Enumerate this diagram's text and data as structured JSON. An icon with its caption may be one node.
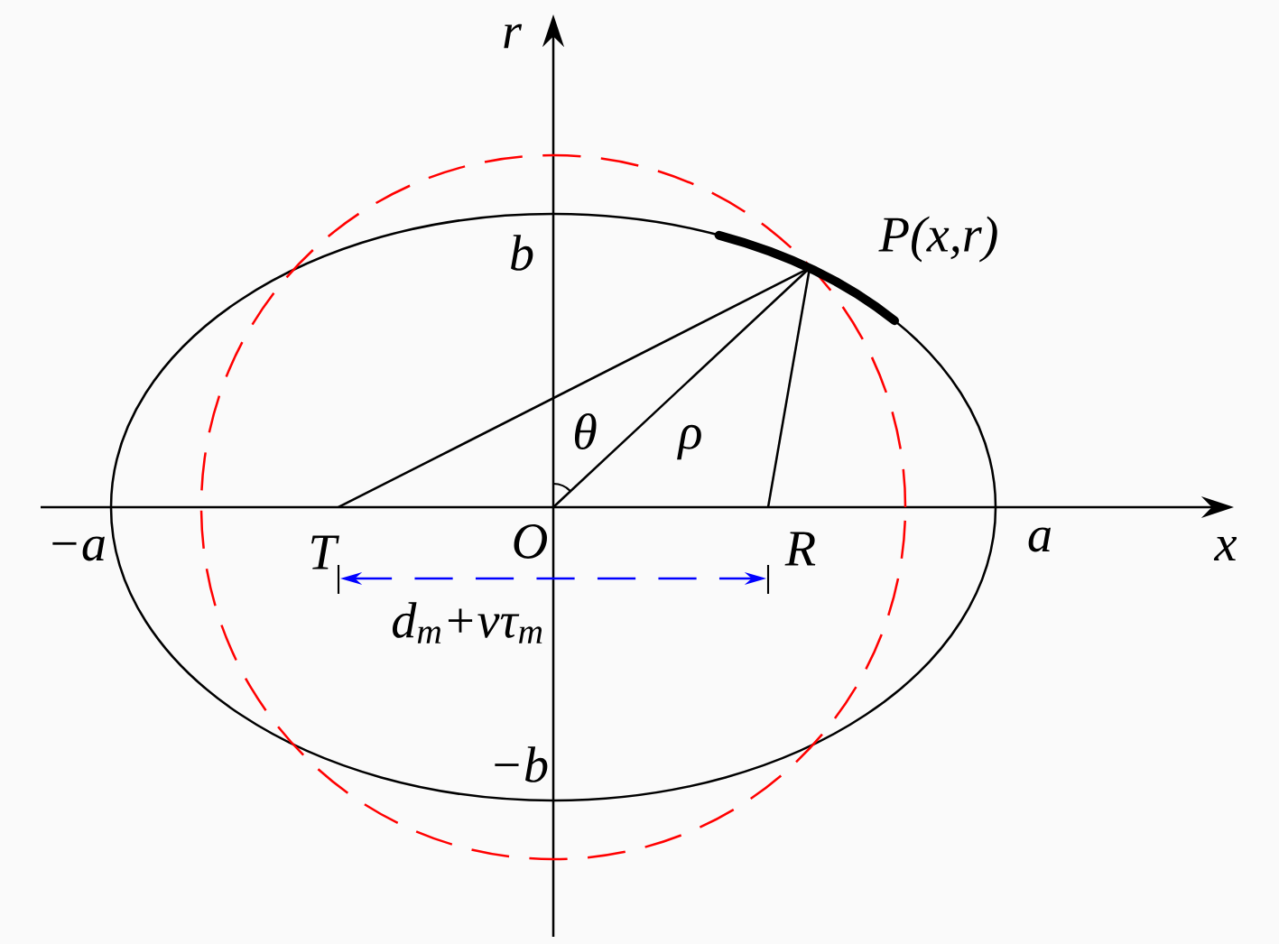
{
  "diagram": {
    "nodes": [
      {
        "text": [
          "P(x,r)"
        ]
      },
      {
        "text": [
          "T"
        ]
      },
      {
        "text": [
          "O"
        ]
      },
      {
        "text": [
          "R"
        ]
      }
    ],
    "edges": [
      {
        "from": 1,
        "to": 0,
        "arrow": "none"
      },
      {
        "from": 2,
        "to": 0,
        "arrow": "none"
      },
      {
        "from": 3,
        "to": 0,
        "arrow": "none"
      }
    ],
    "labels": [
      "r",
      "b",
      "θ",
      "ρ",
      "−a",
      "a",
      "x",
      "d$_{m}$+vτ$_{m}$",
      "−b"
    ]
  }
}
